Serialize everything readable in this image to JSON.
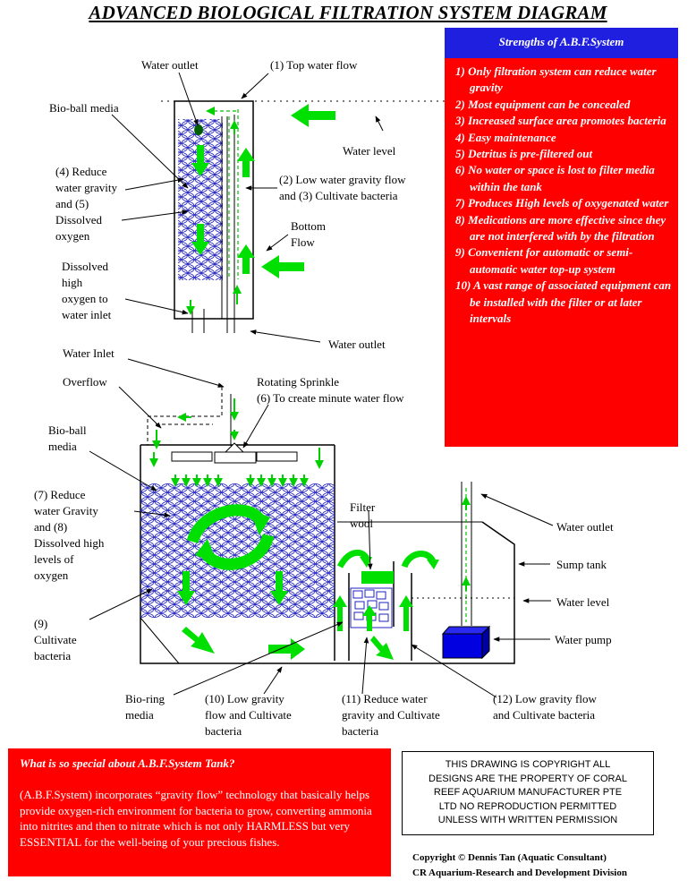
{
  "title": "ADVANCED BIOLOGICAL FILTRATION SYSTEM DIAGRAM",
  "strengths": {
    "heading": "Strengths of A.B.F.System",
    "items": [
      "1) Only filtration system can reduce water  gravity",
      "2) Most equipment can be concealed",
      "3) Increased surface area promotes bacteria",
      "4) Easy maintenance",
      "5) Detritus is pre-filtered out",
      "6) No water or space is lost to filter media within the tank",
      "7) Produces High levels of oxygenated water",
      "8) Medications are more effective since they are not interfered with by the filtration",
      "9) Convenient for automatic or semi-automatic water top-up system",
      "10) A vast range of associated equipment can be installed with the filter or at later intervals"
    ]
  },
  "top_diagram": {
    "water_outlet_top": "Water outlet",
    "top_water_flow": "(1) Top water flow",
    "bio_ball_media": "Bio-ball media",
    "water_level": "Water level",
    "reduce_gravity_lines": [
      "(4) Reduce",
      "water gravity",
      "and (5)",
      "Dissolved",
      "oxygen"
    ],
    "low_gravity_lines": [
      "(2) Low water gravity flow",
      "and (3) Cultivate bacteria"
    ],
    "bottom_flow_lines": [
      "Bottom",
      "Flow"
    ],
    "dissolved_high_lines": [
      "Dissolved",
      "high",
      "oxygen to",
      "water inlet"
    ],
    "water_outlet_bottom": "Water outlet"
  },
  "bottom_diagram": {
    "water_inlet": "Water Inlet",
    "overflow": "Overflow",
    "sprinkle_lines": [
      "Rotating Sprinkle",
      "(6) To create minute water flow"
    ],
    "bio_ball_lines": [
      "Bio-ball",
      "media"
    ],
    "reduce_gravity_lines": [
      "(7) Reduce",
      "water Gravity",
      "and (8)",
      "Dissolved high",
      "levels of",
      "oxygen"
    ],
    "filter_wool_lines": [
      "Filter",
      "wool"
    ],
    "water_outlet": "Water outlet",
    "sump_tank": "Sump tank",
    "water_level": "Water level",
    "water_pump": "Water pump",
    "cultivate_lines": [
      "(9)",
      "Cultivate",
      "bacteria"
    ],
    "bio_ring_lines": [
      "Bio-ring",
      "media"
    ],
    "low_gravity_10_lines": [
      "(10) Low gravity",
      "flow and Cultivate",
      "bacteria"
    ],
    "reduce_11_lines": [
      "(11) Reduce water",
      "gravity and Cultivate",
      "bacteria"
    ],
    "low_gravity_12_lines": [
      "(12) Low gravity flow",
      "and Cultivate bacteria"
    ]
  },
  "special": {
    "title": "What is so special about A.B.F.System Tank?",
    "body": "(A.B.F.System) incorporates “gravity flow” technology that basically helps provide oxygen-rich environment for bacteria to grow, converting ammonia into nitrites and then to nitrate which is not only HARMLESS but very ESSENTIAL for the well-being of your precious fishes."
  },
  "copyright_notice": [
    "THIS DRAWING IS COPYRIGHT ALL",
    "DESIGNS ARE THE PROPERTY OF CORAL",
    "REEF AQUARIUM MANUFACTURER PTE",
    "LTD NO REPRODUCTION PERMITTED",
    "UNLESS WITH WRITTEN PERMISSION"
  ],
  "credit_lines": [
    "Copyright © Dennis Tan (Aquatic Consultant)",
    "CR Aquarium-Research and Development Division"
  ],
  "colors": {
    "arrow": "#00e000",
    "panel_red": "#ff0000",
    "panel_blue": "#1f1fe0",
    "media_blue": "#2020c0",
    "pump": "#0000e0"
  }
}
